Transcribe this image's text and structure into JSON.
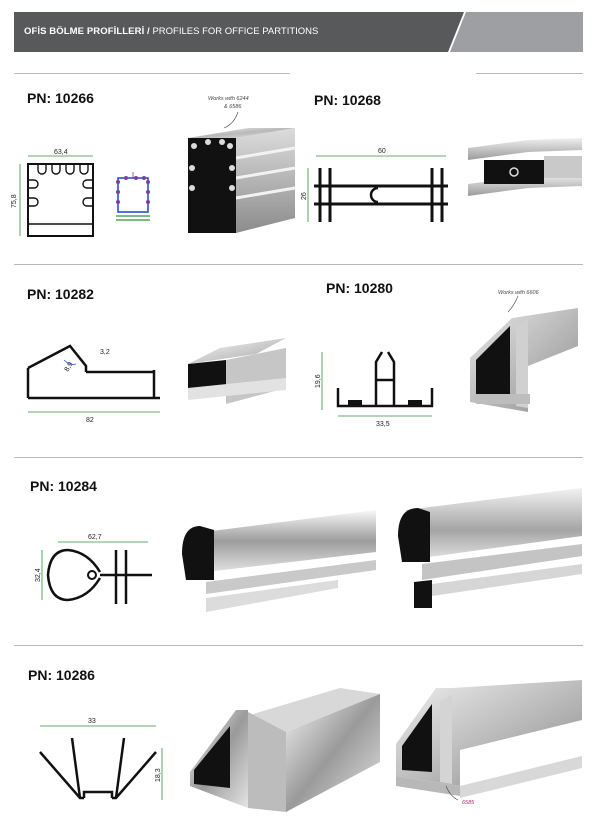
{
  "header": {
    "title_tr": "OFİS BÖLME PROFİLLERİ /",
    "title_en": " PROFILES FOR OFFICE PARTITIONS"
  },
  "colors": {
    "header_dark": "#58595b",
    "header_light": "#9d9fa2",
    "profile_black": "#111111",
    "dimension_green": "#2f8f3a",
    "dimension_purple": "#7b3fa0",
    "dimension_blue": "#2a4fd6",
    "note_magenta": "#b0246a"
  },
  "products": [
    {
      "pn": "PN: 10266",
      "dims": [
        "63,4",
        "75,8"
      ],
      "note_line1": "Works with 6244",
      "note_line2": "& 6586"
    },
    {
      "pn": "PN: 10268",
      "dims": [
        "60",
        "26"
      ]
    },
    {
      "pn": "PN: 10282",
      "dims": [
        "3,2",
        "8,9",
        "82"
      ]
    },
    {
      "pn": "PN: 10280",
      "dims": [
        "19,6",
        "33,5"
      ],
      "note": "Works with 6606"
    },
    {
      "pn": "PN: 10284",
      "dims": [
        "62,7",
        "32,4"
      ]
    },
    {
      "pn": "PN: 10286",
      "dims": [
        "33",
        "18,3"
      ],
      "note": "6585"
    }
  ]
}
